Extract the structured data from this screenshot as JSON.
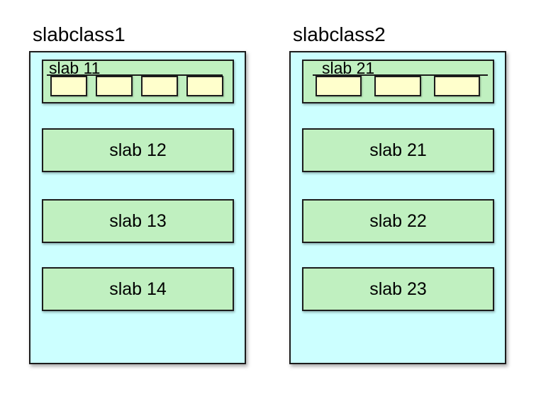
{
  "colors": {
    "page_bg": "#ffffff",
    "container_fill": "#ccffff",
    "slab_fill": "#c0f0c0",
    "chunk_fill": "#ffffcc",
    "border": "#1c1c1c"
  },
  "slabclasses": [
    {
      "title": "slabclass1",
      "top_slab": {
        "label": "slab 11",
        "chunk_count": 4
      },
      "slabs": [
        "slab 12",
        "slab 13",
        "slab 14"
      ]
    },
    {
      "title": "slabclass2",
      "top_slab": {
        "label": "slab 21",
        "chunk_count": 3
      },
      "slabs": [
        "slab 21",
        "slab 22",
        "slab 23"
      ]
    }
  ]
}
